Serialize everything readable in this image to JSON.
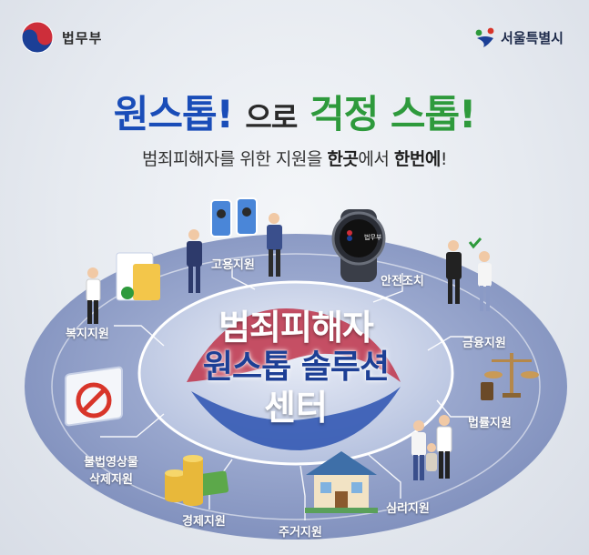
{
  "header": {
    "ministry_logo_icon": "taegeuk-emblem-icon",
    "ministry_name": "법무부",
    "city_logo_icon": "seoul-logo-icon",
    "city_name": "서울특별시"
  },
  "headline": {
    "part1": "원스톱!",
    "part2": "으로",
    "part3": "걱정 스톱!"
  },
  "subline": {
    "before": "범죄피해자를 위한 지원을 ",
    "bold1": "한곳",
    "middle": "에서 ",
    "bold2": "한번에",
    "after": "!"
  },
  "center": {
    "line1": "범죄피해자",
    "line2": "원스톱 솔루션",
    "line3": "센터"
  },
  "services": {
    "employment": "고용지원",
    "safety": "안전조치",
    "welfare": "복지지원",
    "finance": "금융지원",
    "legal": "법률지원",
    "illegal_video_1": "불법영상물",
    "illegal_video_2": "삭제지원",
    "economic": "경제지원",
    "housing": "주거지원",
    "counseling": "심리지원"
  },
  "watch_brand": "법무부",
  "colors": {
    "primary_blue": "#1a4db8",
    "accent_green": "#2e9a3c",
    "ring_outer": "#8a9ac6",
    "ring_inner": "#a9b6d8",
    "center_red": "#c0344a"
  }
}
